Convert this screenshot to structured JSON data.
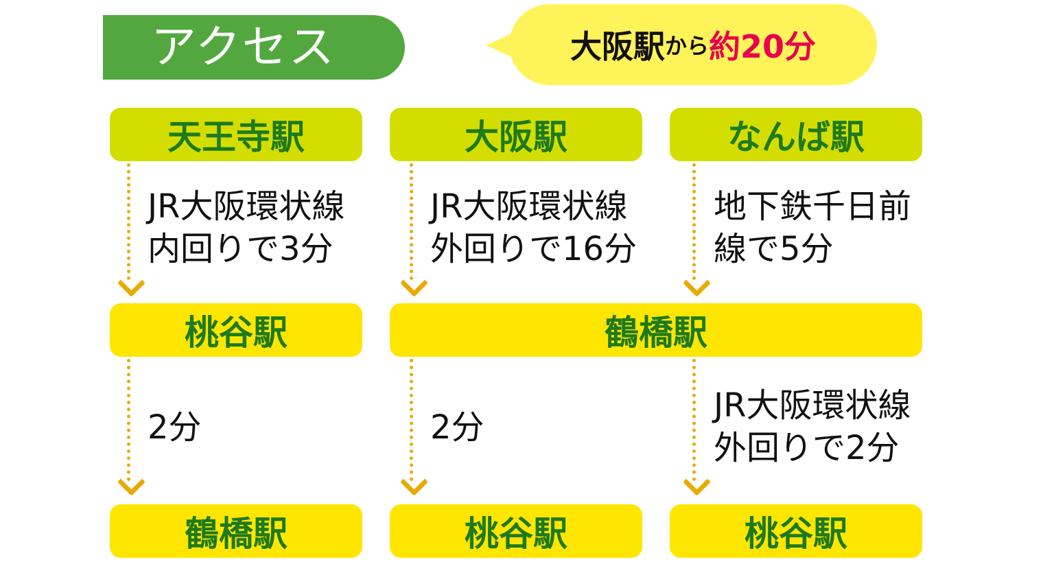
{
  "header": {
    "title": "アクセス"
  },
  "bubble": {
    "part1": "大阪駅",
    "part2": "から",
    "part3": "約20分"
  },
  "colors": {
    "header_green": "#52a83f",
    "start_box": "#d3de00",
    "station_box": "#ffe600",
    "station_text": "#1e7a1e",
    "arrow": "#e8aa00",
    "accent_pink": "#e8004f"
  },
  "routes": [
    {
      "start": "天王寺駅",
      "leg1": [
        "JR大阪環状線",
        "内回りで3分"
      ],
      "mid": "桃谷駅",
      "leg2": [
        "2分"
      ],
      "end": "鶴橋駅"
    },
    {
      "start": "大阪駅",
      "leg1": [
        "JR大阪環状線",
        "外回りで16分"
      ],
      "mid": "鶴橋駅",
      "leg2": [
        "2分"
      ],
      "end": "桃谷駅"
    },
    {
      "start": "なんば駅",
      "leg1": [
        "地下鉄千日前",
        "線で5分"
      ],
      "leg2": [
        "JR大阪環状線",
        "外回りで2分"
      ],
      "end": "桃谷駅"
    }
  ]
}
